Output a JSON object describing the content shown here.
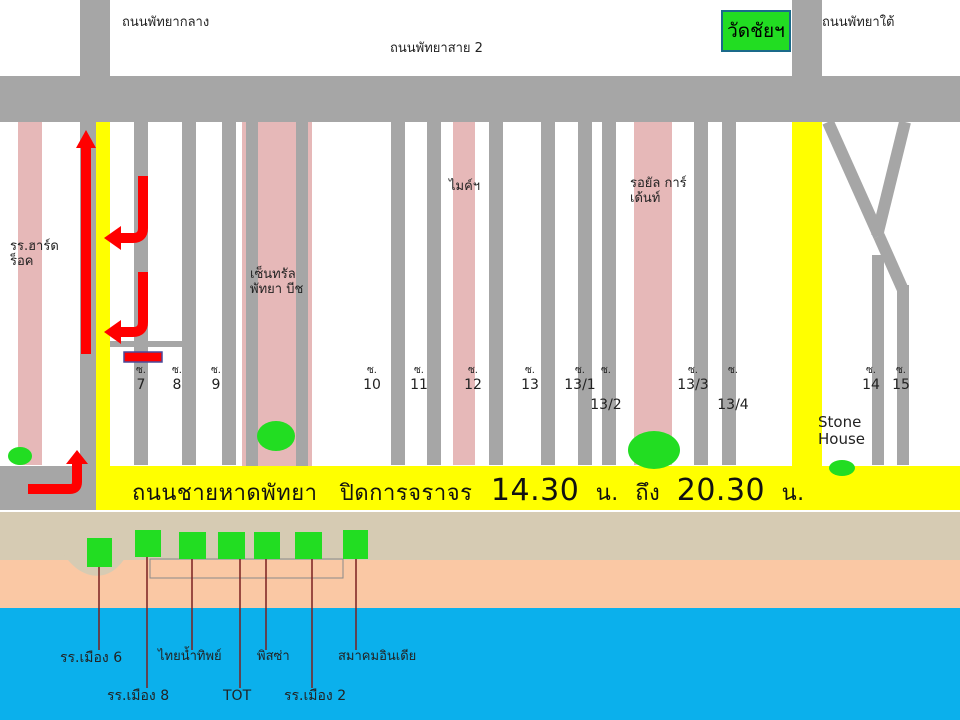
{
  "roads": {
    "central": "ถนนพัทยากลาง",
    "second": "ถนนพัทยาสาย 2",
    "south": "ถนนพัทยาใต้"
  },
  "landmarks": {
    "wat_chai": "วัดชัยฯ",
    "hard_rock": "รร.ฮาร์ด ร็อค",
    "central_beach": "เซ็นทรัล พัทยา บีช",
    "mike": "ไมค์ฯ",
    "royal_garden": "รอยัล การ์เด้นท์",
    "stone_house": "Stone House"
  },
  "soi": {
    "prefix": "ซ.",
    "items": [
      "7",
      "8",
      "9",
      "10",
      "11",
      "12",
      "13",
      "13/1",
      "13/2",
      "13/3",
      "13/4",
      "14",
      "15"
    ]
  },
  "closure_notice": {
    "road": "ถนนชายหาดพัทยา",
    "text": "ปิดการจราจร",
    "from_time": "14.30",
    "unit_1": "น.",
    "to_word": "ถึง",
    "to_time": "20.30",
    "unit_2": "น."
  },
  "beach_points": [
    "รร.เมือง 6",
    "รร.เมือง 8",
    "ไทยน้ำทิพย์",
    "TOT",
    "พิสซ่า",
    "รร.เมือง 2",
    "สมาคมอินเดีย"
  ],
  "colors": {
    "road_grey": "#a6a6a6",
    "closed_road_yellow": "#ffff00",
    "landmark_pink": "#e6b8b8",
    "green_marker": "#22dd22",
    "detour_arrow_red": "#ff0000",
    "sand": "#fac8a4",
    "promenade": "#d6cbb3",
    "sea": "#0bb0ec"
  }
}
